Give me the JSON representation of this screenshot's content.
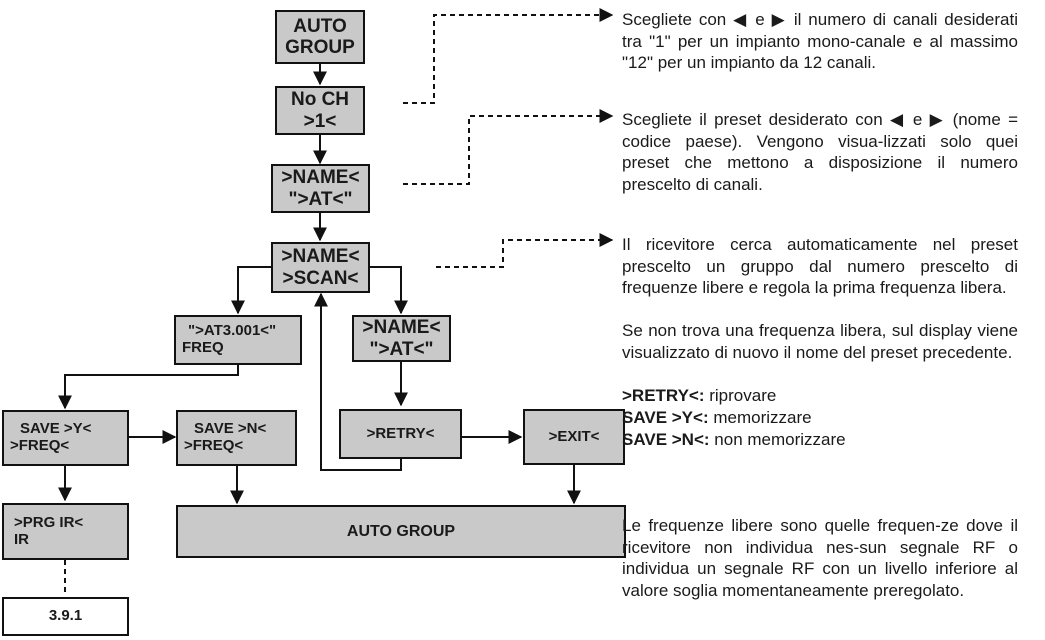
{
  "boxes": {
    "auto_group_top": [
      "AUTO",
      "GROUP"
    ],
    "no_ch": [
      "No CH",
      ">1<"
    ],
    "name_at": [
      ">NAME<",
      "\">AT<\""
    ],
    "name_scan": [
      ">NAME<",
      ">SCAN<"
    ],
    "at_freq": [
      "\">AT3.001<\"",
      "FREQ"
    ],
    "name_at_2": [
      ">NAME<",
      "\">AT<\""
    ],
    "save_y": [
      "SAVE >Y<",
      ">FREQ<"
    ],
    "save_n": [
      "SAVE >N<",
      ">FREQ<"
    ],
    "retry": ">RETRY<",
    "exit": ">EXIT<",
    "prg_ir": [
      ">PRG IR<",
      "IR"
    ],
    "auto_group_bottom": "AUTO GROUP",
    "section_ref": "3.9.1"
  },
  "descriptions": {
    "channels": "Scegliete con ◀ e ▶ il numero di canali desiderati tra \"1\" per un impianto mono-canale e al massimo \"12\" per un impianto da 12 canali.",
    "preset": "Scegliete il preset desiderato con ◀ e ▶ (nome = codice paese). Vengono visua-lizzati solo quei preset che mettono a disposizione il numero prescelto di canali.",
    "scan": "Il ricevitore cerca automaticamente nel preset prescelto un gruppo dal numero prescelto di frequenze libere e regola la prima frequenza libera.",
    "not_found": "Se non trova una frequenza libera, sul display viene visualizzato di nuovo il nome del preset precedente.",
    "legend": [
      {
        "key": ">RETRY<:",
        "text": " riprovare"
      },
      {
        "key": "SAVE >Y<:",
        "text": " memorizzare"
      },
      {
        "key": "SAVE >N<:",
        "text": " non memorizzare"
      }
    ],
    "free_freq": "Le frequenze libere sono quelle frequen-ze dove il ricevitore non individua nes-sun segnale RF o individua un segnale RF con un livello inferiore al valore soglia momentaneamente preregolato."
  }
}
